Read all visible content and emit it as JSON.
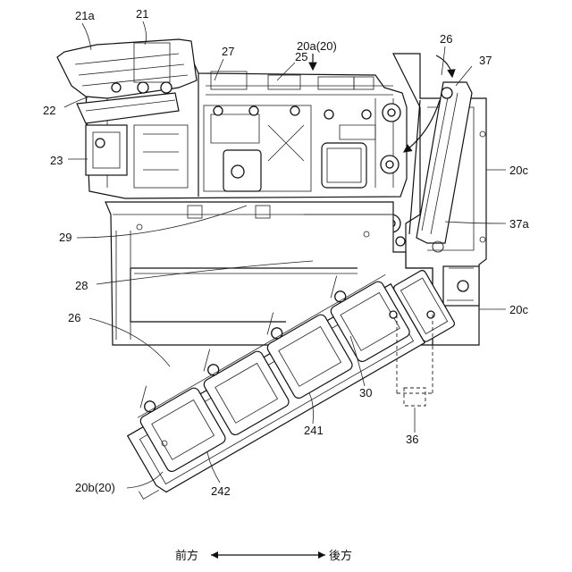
{
  "labels": {
    "l21a": "21a",
    "l21": "21",
    "l20a": "20a(20)",
    "l26top": "26",
    "l37": "37",
    "l22": "22",
    "l27": "27",
    "l25": "25",
    "l23": "23",
    "l20c_top": "20c",
    "l37a": "37a",
    "l29": "29",
    "l28": "28",
    "l20c_mid": "20c",
    "l26left": "26",
    "l30": "30",
    "l241": "241",
    "l36": "36",
    "l20b": "20b(20)",
    "l242": "242"
  },
  "direction": {
    "front": "前方",
    "rear": "後方"
  }
}
